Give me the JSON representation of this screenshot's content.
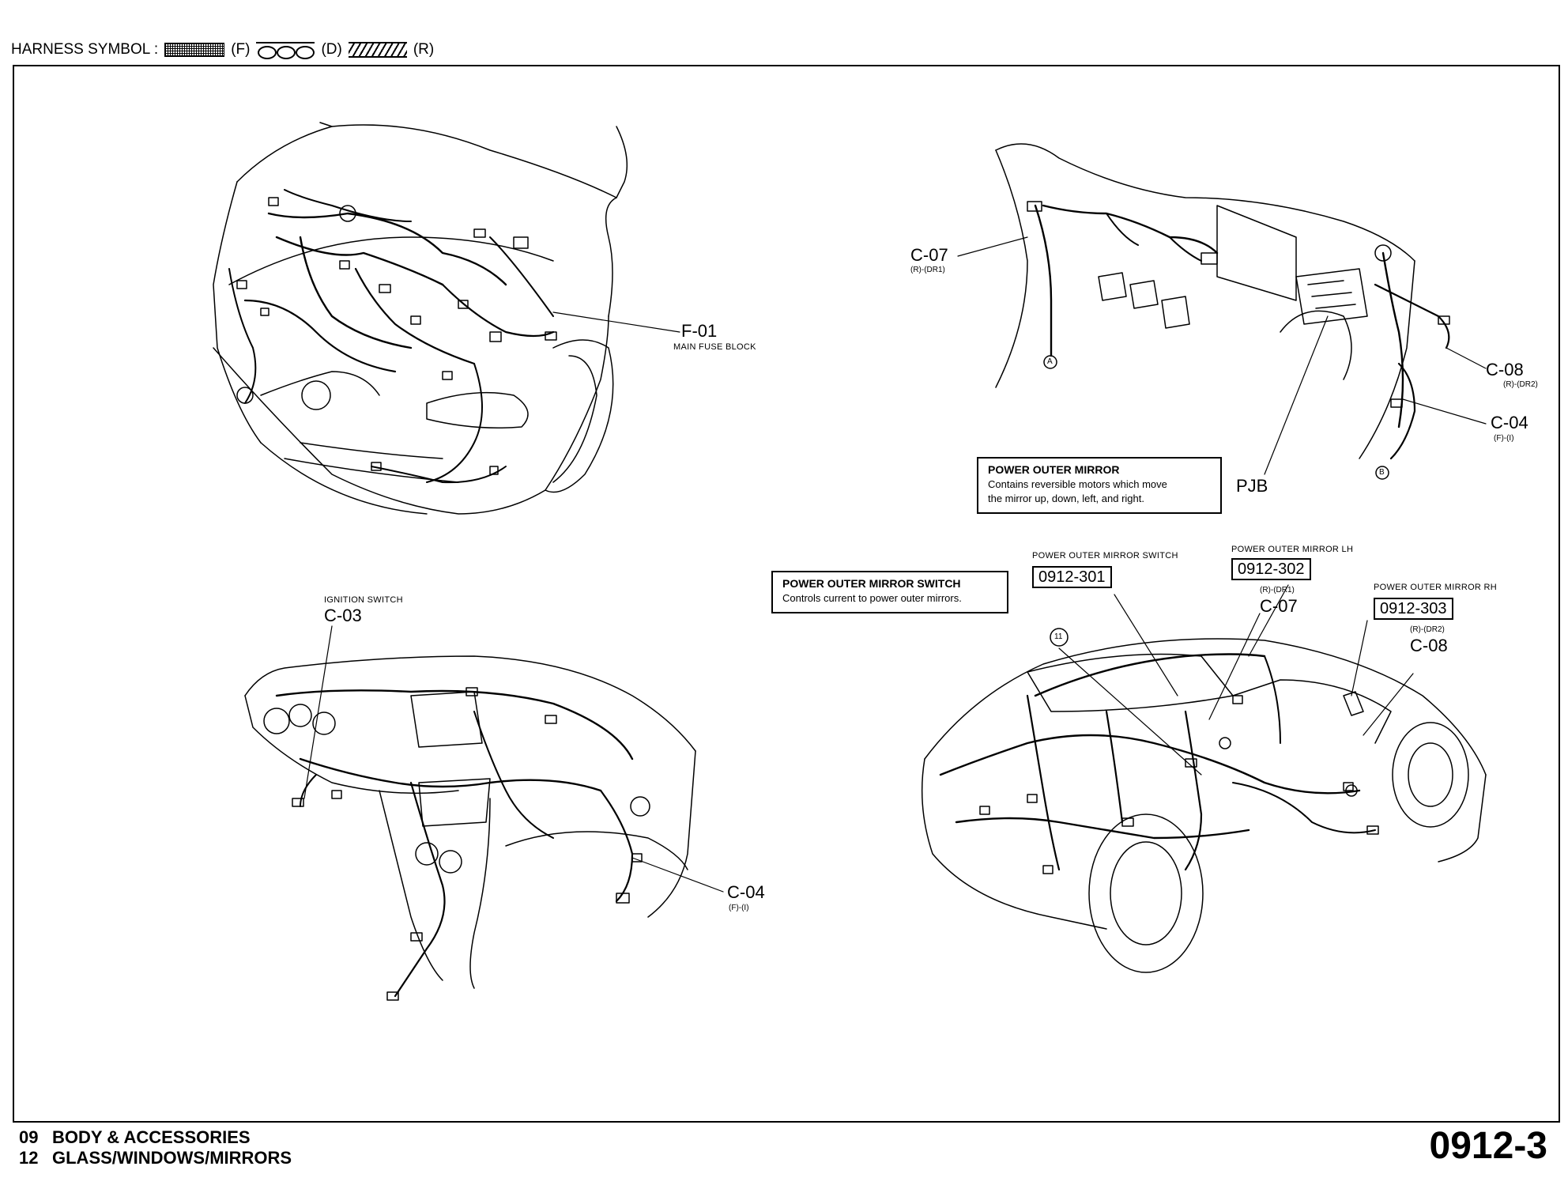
{
  "legend": {
    "label": "HARNESS SYMBOL :",
    "front": "(F)",
    "dash": "(D)",
    "rear": "(R)"
  },
  "callouts": {
    "f01_code": "F-01",
    "f01_name": "MAIN FUSE BLOCK",
    "c07_code": "C-07",
    "c07_sub": "(R)-(DR1)",
    "c08_code": "C-08",
    "c08_sub": "(R)-(DR2)",
    "c04_code": "C-04",
    "c04_sub": "(F)-(I)",
    "pjb": "PJB",
    "ign_name": "IGNITION SWITCH",
    "c03_code": "C-03",
    "c04b_code": "C-04",
    "c04b_sub": "(F)-(I)",
    "sw_title": "POWER OUTER MIRROR SWITCH",
    "sw_ref": "0912-301",
    "lh_title": "POWER OUTER MIRROR LH",
    "lh_ref": "0912-302",
    "lh_sub": "(R)-(DR1)",
    "lh_code": "C-07",
    "rh_title": "POWER OUTER MIRROR RH",
    "rh_ref": "0912-303",
    "rh_sub": "(R)-(DR2)",
    "rh_code": "C-08",
    "marker_a": "A",
    "marker_b": "B",
    "marker_11": "11"
  },
  "info_boxes": {
    "mirror_title": "POWER OUTER MIRROR",
    "mirror_desc_1": "Contains reversible motors which move",
    "mirror_desc_2": "the mirror up, down, left, and right.",
    "switch_title": "POWER OUTER MIRROR SWITCH",
    "switch_desc": "Controls current to power outer mirrors."
  },
  "footer": {
    "line1_num": "09",
    "line1_text": "BODY & ACCESSORIES",
    "line2_num": "12",
    "line2_text": "GLASS/WINDOWS/MIRRORS",
    "page": "0912-3"
  }
}
